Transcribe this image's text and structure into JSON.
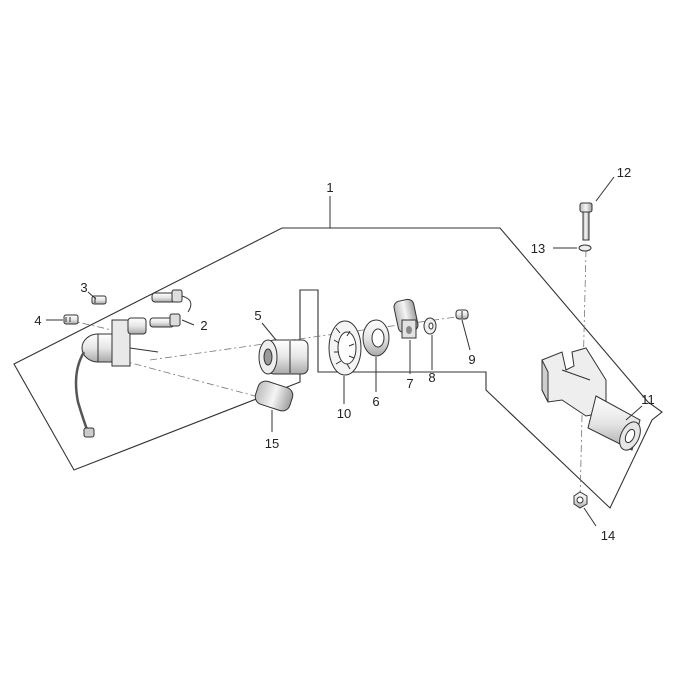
{
  "diagram": {
    "part_numbers": [
      "1",
      "2",
      "3",
      "4",
      "5",
      "6",
      "7",
      "8",
      "9",
      "10",
      "11",
      "12",
      "13",
      "14",
      "15"
    ]
  },
  "colors": {
    "line": "#333333",
    "part_fill": "#f2f2f2",
    "part_shade": "#bfbfbf",
    "background": "#ffffff"
  }
}
